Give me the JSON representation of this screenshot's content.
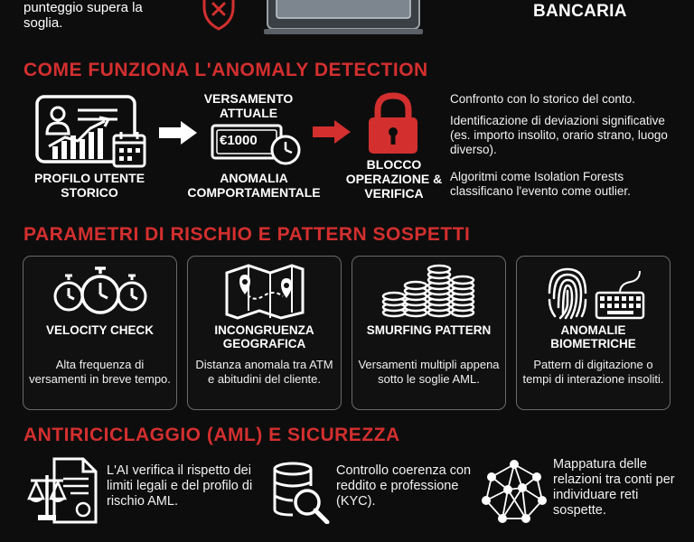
{
  "header": {
    "left_text": "punteggio supera la soglia.",
    "right_text": "BANCARIA"
  },
  "section1": {
    "title": "COME FUNZIONA L'ANOMALY DETECTION",
    "profile_caption": "PROFILO UTENTE STORICO",
    "deposit_top": "VERSAMENTO ATTUALE",
    "banknote_amount": "€1000",
    "deposit_bottom": "ANOMALIA COMPORTAMENTALE",
    "block_caption": "BLOCCO OPERAZIONE & VERIFICA",
    "notes": [
      "Confronto con lo storico del conto.",
      "Identificazione di deviazioni significative (es. importo insolito, orario strano, luogo diverso).",
      "Algoritmi come Isolation Forests classificano l'evento come outlier."
    ]
  },
  "section2": {
    "title": "PARAMETRI DI RISCHIO E PATTERN SOSPETTI",
    "cards": [
      {
        "title": "VELOCITY CHECK",
        "text": "Alta frequenza di versamenti in breve tempo.",
        "icon": "stopwatch-icon"
      },
      {
        "title": "INCONGRUENZA GEOGRAFICA",
        "text": "Distanza anomala tra ATM e abitudini del cliente.",
        "icon": "map-icon"
      },
      {
        "title": "SMURFING PATTERN",
        "text": "Versamenti multipli appena sotto le soglie AML.",
        "icon": "coin-stacks-icon"
      },
      {
        "title": "ANOMALIE BIOMETRICHE",
        "text": "Pattern di digitazione o tempi di interazione insoliti.",
        "icon": "fingerprint-keyboard-icon"
      }
    ]
  },
  "section3": {
    "title": "ANTIRICICLAGGIO (AML) E SICUREZZA",
    "items": [
      {
        "text": "L'AI verifica il rispetto dei limiti legali e del profilo di rischio AML.",
        "icon": "scales-document-icon"
      },
      {
        "text": "Controllo coerenza con reddito e professione (KYC).",
        "icon": "database-search-icon"
      },
      {
        "text": "Mappatura delle relazioni tra conti per individuare reti sospette.",
        "icon": "network-icon"
      }
    ]
  },
  "colors": {
    "accent": "#d32f2f",
    "background": "#0d0d0d",
    "text": "#ffffff"
  }
}
